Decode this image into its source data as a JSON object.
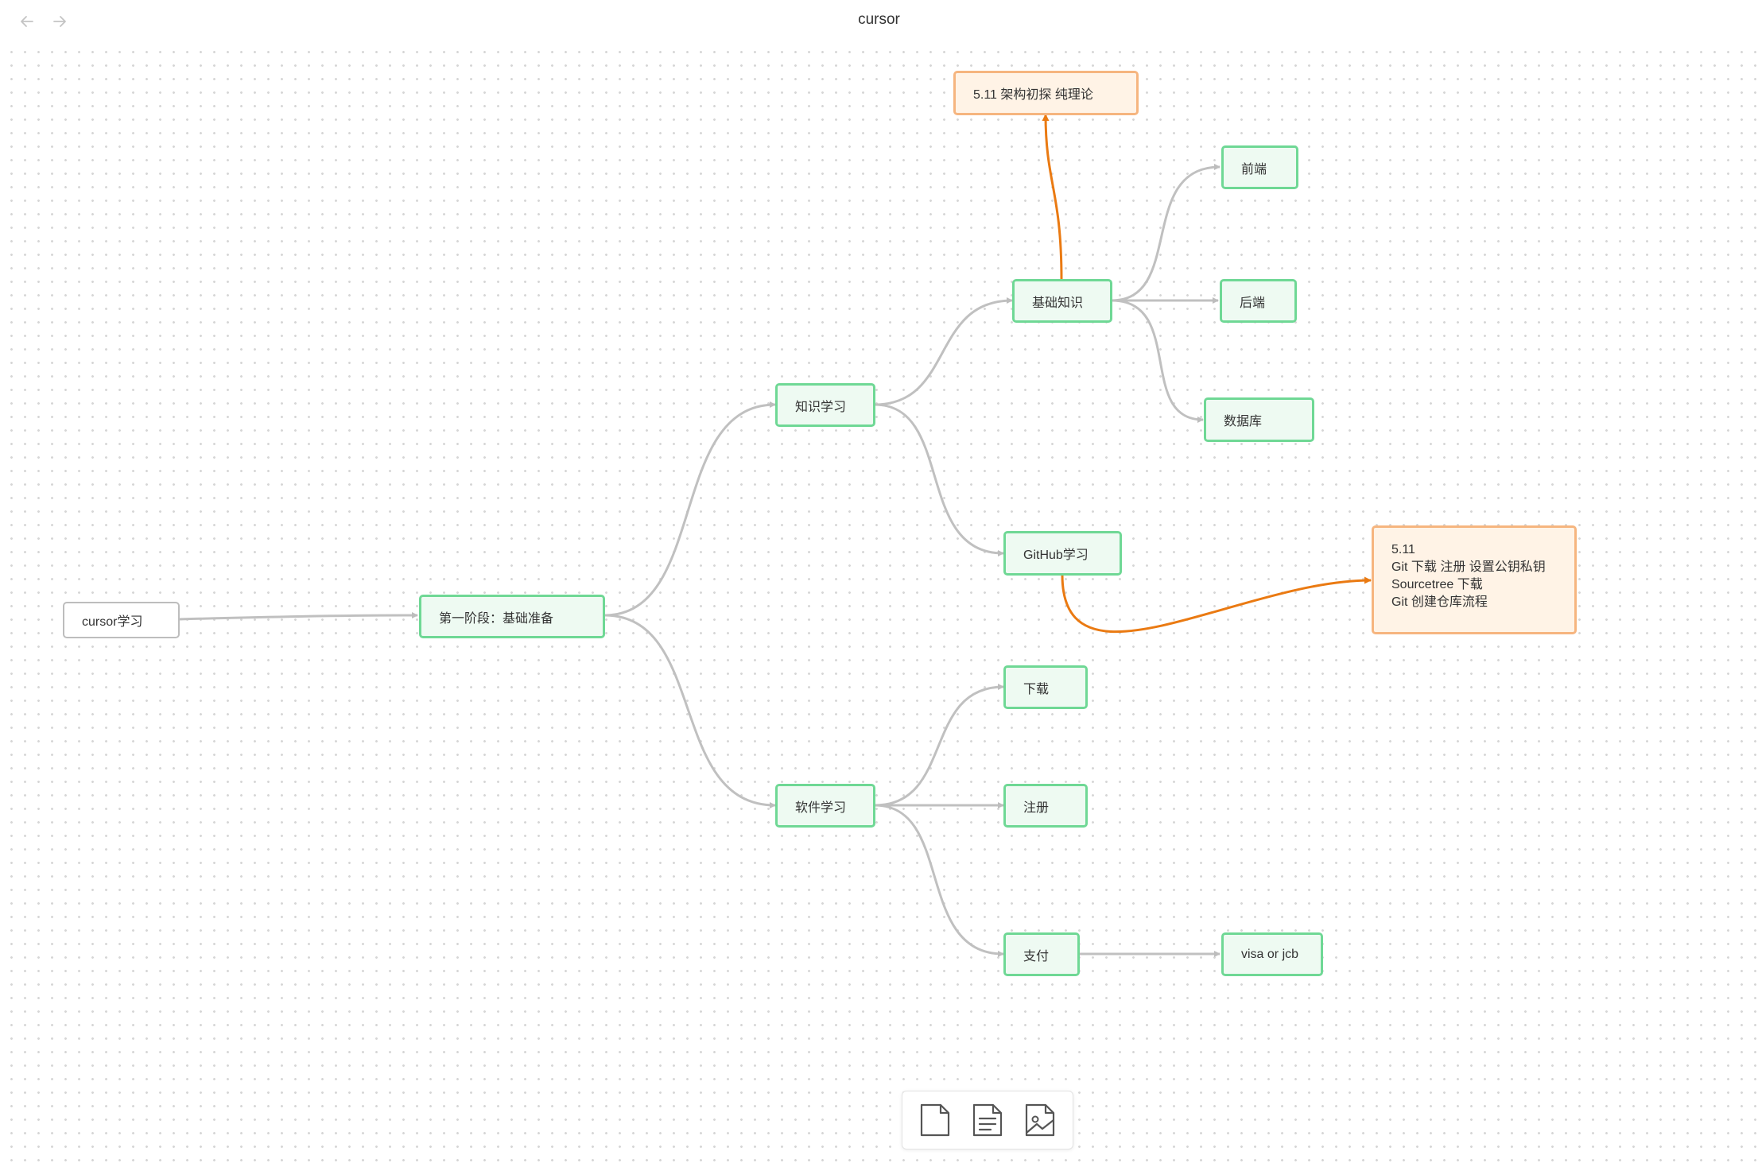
{
  "app": {
    "title": "cursor"
  },
  "nav": {
    "back_icon": "arrow-left-icon",
    "forward_icon": "arrow-right-icon"
  },
  "colors": {
    "edge": "#c0c0c0",
    "highlight_edge": "#ea7a12",
    "node_border": "#6fd895",
    "node_fill": "#eefaf2",
    "note_border": "#f6b57f",
    "note_fill": "#fff3e6"
  },
  "nodes": {
    "root": "cursor学习",
    "stage1": "第一阶段：基础准备",
    "knowledge": "知识学习",
    "software": "软件学习",
    "basics": "基础知识",
    "frontend": "前端",
    "backend": "后端",
    "database": "数据库",
    "github": "GitHub学习",
    "download": "下载",
    "register": "注册",
    "payment": "支付",
    "visa": "visa or jcb",
    "note_arch": "5.11 架构初探 纯理论",
    "note_git": "5.11\nGit 下载 注册 设置公钥私钥\nSourcetree 下载\nGit 创建仓库流程"
  },
  "toolbar": {
    "tools": [
      "blank-page-icon",
      "text-document-icon",
      "image-document-icon"
    ]
  }
}
